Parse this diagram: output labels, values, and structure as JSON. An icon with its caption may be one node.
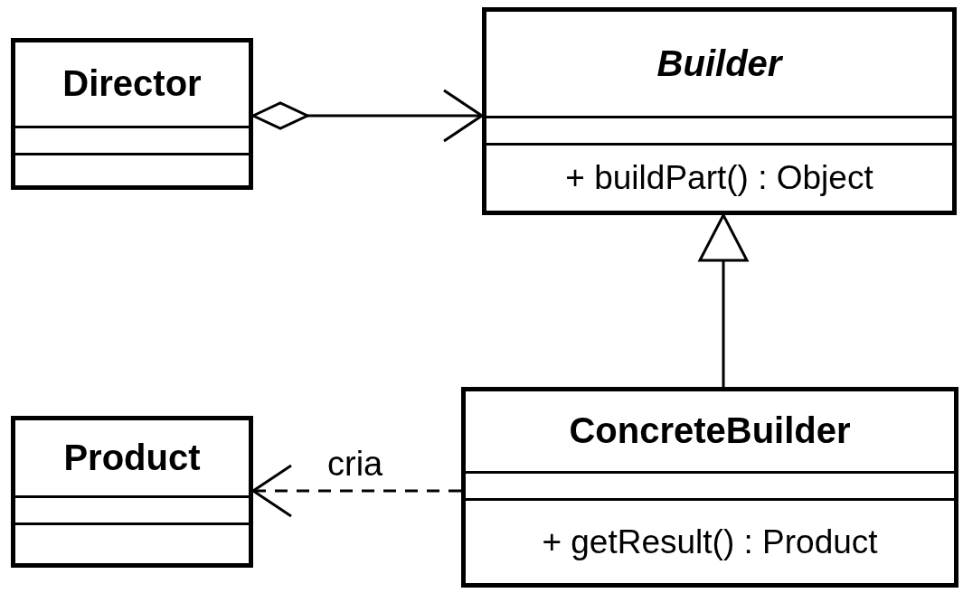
{
  "diagram": {
    "nodes": [
      {
        "text": [
          "Director"
        ]
      },
      {
        "text": [
          "Builder",
          "+ buildPart() : Object"
        ]
      },
      {
        "text": [
          "ConcreteBuilder",
          "+ getResult() : Product"
        ]
      },
      {
        "text": [
          "Product"
        ]
      }
    ],
    "edges": [
      {
        "from": 0,
        "to": 1,
        "arrow": "to"
      },
      {
        "from": 2,
        "to": 1,
        "arrow": "to"
      },
      {
        "from": 2,
        "to": 3,
        "arrow": "to",
        "label": "cria",
        "style": "dashed"
      }
    ]
  }
}
